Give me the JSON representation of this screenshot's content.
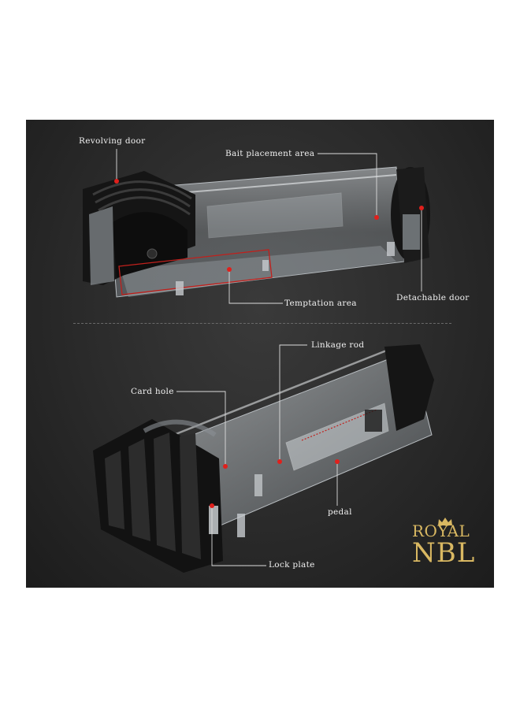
{
  "labels": {
    "revolving_door": "Revolving door",
    "bait_area": "Bait placement area",
    "temptation_area": "Temptation area",
    "detachable_door": "Detachable door",
    "linkage_rod": "Linkage rod",
    "card_hole": "Card hole",
    "pedal": "pedal",
    "lock_plate": "Lock plate"
  },
  "brand": {
    "top": "ROYAL",
    "bottom": "NBL"
  },
  "colors": {
    "background": "#2a2a2a",
    "label_text": "#f0f0f0",
    "leader_line": "#dcdcdc",
    "marker": "#e0201c",
    "brand_gold": "#d9b862",
    "trap_black": "#151515"
  }
}
